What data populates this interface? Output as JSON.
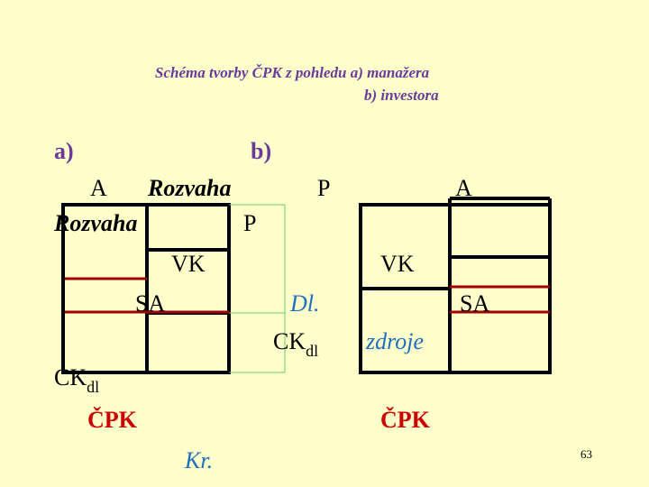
{
  "title": {
    "line1": "Schéma tvorby ČPK z pohledu a) manažera",
    "line2": "b) investora"
  },
  "labels": {
    "a": "a)",
    "b": "b)",
    "A_left": "A",
    "rozvaha1": "Rozvaha",
    "P_left": "P",
    "A_right": "A",
    "rozvaha2": "Rozvaha",
    "P_right": "P",
    "VK_left": "VK",
    "VK_right": "VK",
    "SA_left": "SA",
    "dl": "Dl.",
    "SA_right": "SA",
    "CK_mid": "CK",
    "CK_mid_sub": "dl",
    "zdroje": "zdroje",
    "CK_left": "CK",
    "CK_left_sub": "dl",
    "CPK_left": "ČPK",
    "CPK_right": "ČPK",
    "kr": "Kr."
  },
  "page_number": "63",
  "colors": {
    "background": "#ffffcc",
    "title": "#6a3a9a",
    "accent_blue": "#1f6fbf",
    "accent_red": "#cc0000",
    "bracket_green": "#66cc66",
    "divider_red": "#a00000"
  }
}
